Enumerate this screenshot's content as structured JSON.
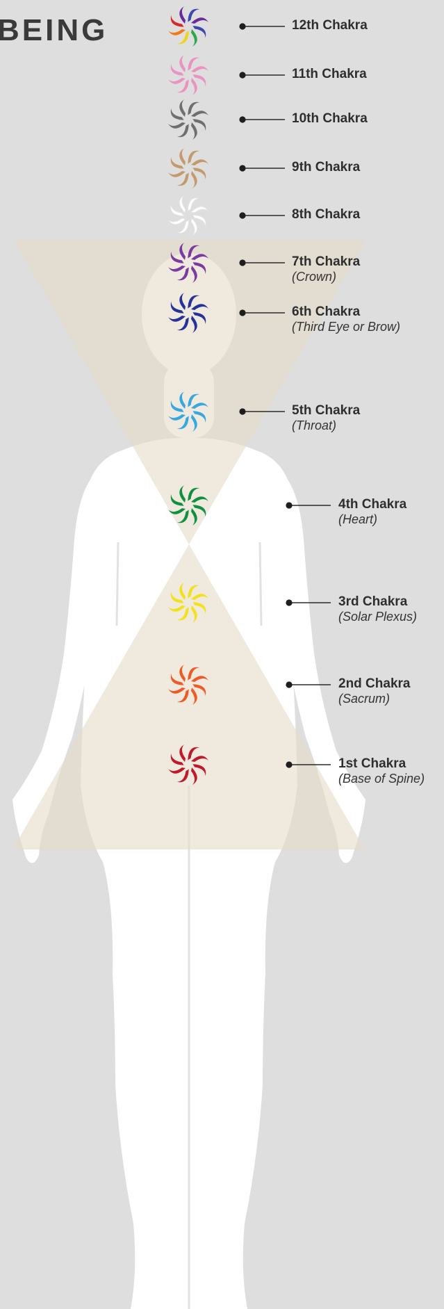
{
  "title": "BEING",
  "colors": {
    "background": "#dedede",
    "body": "#ffffff",
    "triangle": "#e6dcc8"
  },
  "chakras": [
    {
      "id": "12",
      "name": "12th Chakra",
      "sub": "",
      "colors": [
        "#6a2a9b",
        "#3a48b0",
        "#2aa84a",
        "#f2d21a",
        "#ee7a1a",
        "#d52a2a"
      ]
    },
    {
      "id": "11",
      "name": "11th Chakra",
      "sub": "",
      "colors": [
        "#ea93c0"
      ]
    },
    {
      "id": "10",
      "name": "10th Chakra",
      "sub": "",
      "colors": [
        "#6f6f6f"
      ]
    },
    {
      "id": "9",
      "name": "9th Chakra",
      "sub": "",
      "colors": [
        "#c49a6c"
      ]
    },
    {
      "id": "8",
      "name": "8th Chakra",
      "sub": "",
      "colors": [
        "#ffffff"
      ]
    },
    {
      "id": "7",
      "name": "7th Chakra",
      "sub": "(Crown)",
      "colors": [
        "#7a3aa2"
      ]
    },
    {
      "id": "6",
      "name": "6th Chakra",
      "sub": "(Third Eye or Brow)",
      "colors": [
        "#24329a"
      ]
    },
    {
      "id": "5",
      "name": "5th Chakra",
      "sub": "(Throat)",
      "colors": [
        "#35a8e2"
      ]
    },
    {
      "id": "4",
      "name": "4th Chakra",
      "sub": "(Heart)",
      "colors": [
        "#0f9140"
      ]
    },
    {
      "id": "3",
      "name": "3rd Chakra",
      "sub": "(Solar Plexus)",
      "colors": [
        "#f2e21a"
      ]
    },
    {
      "id": "2",
      "name": "2nd Chakra",
      "sub": "(Sacrum)",
      "colors": [
        "#ee5a26"
      ]
    },
    {
      "id": "1",
      "name": "1st Chakra",
      "sub": "(Base of Spine)",
      "colors": [
        "#c01a2a"
      ]
    }
  ]
}
